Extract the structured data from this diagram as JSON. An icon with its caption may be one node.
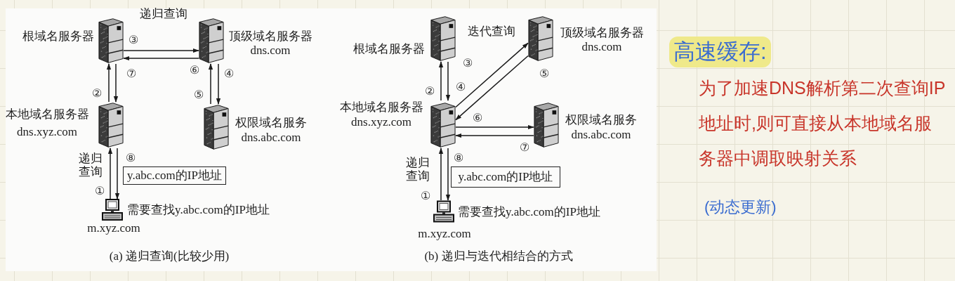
{
  "diagram": {
    "nodes": [
      {
        "text": [
          "根域名服务器"
        ]
      },
      {
        "text": [
          "顶级域名服务器",
          "dns.com"
        ]
      },
      {
        "text": [
          "本地域名服务器",
          "dns.xyz.com"
        ]
      },
      {
        "text": [
          "权限域名服务",
          "dns.abc.com"
        ]
      },
      {
        "text": [
          "y.abc.com的IP地址"
        ]
      },
      {
        "text": [
          "m.xyz.com"
        ],
        "beside": [
          "需要查找y.abc.com的IP地址"
        ]
      },
      {
        "text": [
          "根域名服务器"
        ]
      },
      {
        "text": [
          "顶级域名服务器",
          "dns.com"
        ]
      },
      {
        "text": [
          "本地域名服务器",
          "dns.xyz.com"
        ]
      },
      {
        "text": [
          "权限域名服务",
          "dns.abc.com"
        ]
      },
      {
        "text": [
          "y.abc.com的IP地址"
        ]
      },
      {
        "text": [
          "m.xyz.com"
        ],
        "beside": [
          "需要查找y.abc.com的IP地址"
        ]
      }
    ],
    "edges": [
      {
        "from": 5,
        "to": 2,
        "arrow": "to",
        "label": "①"
      },
      {
        "from": 2,
        "to": 0,
        "arrow": "to",
        "label": "②"
      },
      {
        "from": 0,
        "to": 1,
        "arrow": "to",
        "label": "③"
      },
      {
        "from": 1,
        "to": 3,
        "arrow": "to",
        "label": "④"
      },
      {
        "from": 3,
        "to": 1,
        "arrow": "to",
        "label": "⑤"
      },
      {
        "from": 1,
        "to": 0,
        "arrow": "to",
        "label": "⑥"
      },
      {
        "from": 0,
        "to": 2,
        "arrow": "to",
        "label": "⑦"
      },
      {
        "from": 2,
        "to": 5,
        "arrow": "to",
        "label": "⑧"
      },
      {
        "from": 11,
        "to": 8,
        "arrow": "to",
        "label": "①"
      },
      {
        "from": 8,
        "to": 6,
        "arrow": "to",
        "label": "②"
      },
      {
        "from": 6,
        "to": 8,
        "arrow": "to",
        "label": "③"
      },
      {
        "from": 8,
        "to": 7,
        "arrow": "to",
        "label": "④"
      },
      {
        "from": 7,
        "to": 8,
        "arrow": "to",
        "label": "⑤"
      },
      {
        "from": 8,
        "to": 9,
        "arrow": "to",
        "label": "⑥"
      },
      {
        "from": 9,
        "to": 8,
        "arrow": "to",
        "label": "⑦"
      },
      {
        "from": 8,
        "to": 11,
        "arrow": "to",
        "label": "⑧"
      }
    ],
    "labels": [
      "递归查询",
      "递归查询",
      "(a) 递归查询(比较少用)",
      "迭代查询",
      "递归查询",
      "(b) 递归与迭代相结合的方式",
      "高速缓存:",
      "为了加速DNS解析第二次查询IP地址时,则可直接从本地域名服务器中调取映射关系",
      "(动态更新)"
    ]
  }
}
